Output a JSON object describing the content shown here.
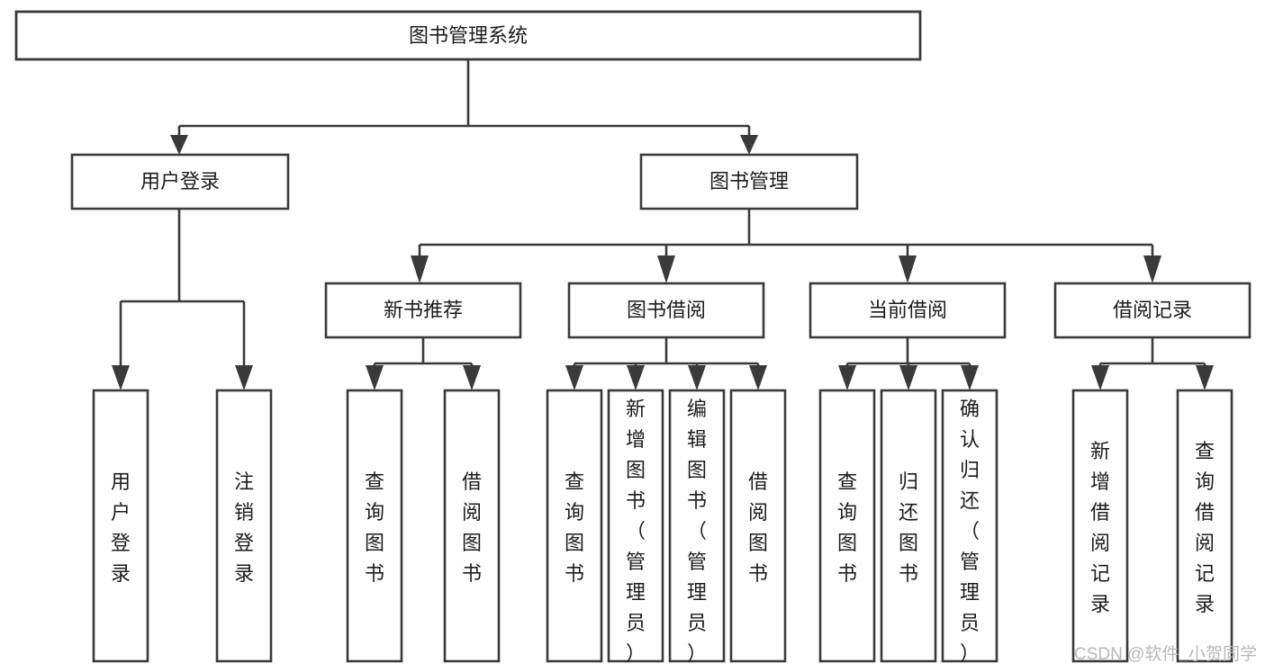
{
  "diagram": {
    "title": "图书管理系统",
    "type": "hierarchy-tree",
    "watermark": "CSDN @软件_小贺同学",
    "colors": {
      "stroke": "#3a3a3a",
      "box_fill": "#ffffff",
      "text": "#1c1c1c",
      "background": "#ffffff",
      "watermark": "#b8b8b8"
    },
    "nodes": {
      "root": {
        "label": "图书管理系统",
        "level": 0,
        "orientation": "horizontal"
      },
      "user_login": {
        "label": "用户登录",
        "level": 1,
        "orientation": "horizontal"
      },
      "book_manage": {
        "label": "图书管理",
        "level": 1,
        "orientation": "horizontal"
      },
      "new_book_rec": {
        "label": "新书推荐",
        "level": 2,
        "orientation": "horizontal"
      },
      "book_borrow": {
        "label": "图书借阅",
        "level": 2,
        "orientation": "horizontal"
      },
      "current_borrow": {
        "label": "当前借阅",
        "level": 2,
        "orientation": "horizontal"
      },
      "borrow_record": {
        "label": "借阅记录",
        "level": 2,
        "orientation": "horizontal"
      },
      "leaf_user_login": {
        "label": "用户登录",
        "level": 3,
        "orientation": "vertical"
      },
      "leaf_logout": {
        "label": "注销登录",
        "level": 3,
        "orientation": "vertical"
      },
      "leaf_query_book_1": {
        "label": "查询图书",
        "level": 3,
        "orientation": "vertical"
      },
      "leaf_borrow_book_1": {
        "label": "借阅图书",
        "level": 3,
        "orientation": "vertical"
      },
      "leaf_query_book_2": {
        "label": "查询图书",
        "level": 3,
        "orientation": "vertical"
      },
      "leaf_add_book": {
        "label": "新增图书（管理员）",
        "level": 3,
        "orientation": "vertical"
      },
      "leaf_edit_book": {
        "label": "编辑图书（管理员）",
        "level": 3,
        "orientation": "vertical"
      },
      "leaf_borrow_book_2": {
        "label": "借阅图书",
        "level": 3,
        "orientation": "vertical"
      },
      "leaf_query_book_3": {
        "label": "查询图书",
        "level": 3,
        "orientation": "vertical"
      },
      "leaf_return_book": {
        "label": "归还图书",
        "level": 3,
        "orientation": "vertical"
      },
      "leaf_confirm_return": {
        "label": "确认归还（管理员）",
        "level": 3,
        "orientation": "vertical"
      },
      "leaf_add_record": {
        "label": "新增借阅记录",
        "level": 3,
        "orientation": "vertical"
      },
      "leaf_query_record": {
        "label": "查询借阅记录",
        "level": 3,
        "orientation": "vertical"
      }
    },
    "edges": [
      {
        "from": "root",
        "to": "user_login"
      },
      {
        "from": "root",
        "to": "book_manage"
      },
      {
        "from": "book_manage",
        "to": "new_book_rec"
      },
      {
        "from": "book_manage",
        "to": "book_borrow"
      },
      {
        "from": "book_manage",
        "to": "current_borrow"
      },
      {
        "from": "book_manage",
        "to": "borrow_record"
      },
      {
        "from": "user_login",
        "to": "leaf_user_login"
      },
      {
        "from": "user_login",
        "to": "leaf_logout"
      },
      {
        "from": "new_book_rec",
        "to": "leaf_query_book_1"
      },
      {
        "from": "new_book_rec",
        "to": "leaf_borrow_book_1"
      },
      {
        "from": "book_borrow",
        "to": "leaf_query_book_2"
      },
      {
        "from": "book_borrow",
        "to": "leaf_add_book"
      },
      {
        "from": "book_borrow",
        "to": "leaf_edit_book"
      },
      {
        "from": "book_borrow",
        "to": "leaf_borrow_book_2"
      },
      {
        "from": "current_borrow",
        "to": "leaf_query_book_3"
      },
      {
        "from": "current_borrow",
        "to": "leaf_return_book"
      },
      {
        "from": "current_borrow",
        "to": "leaf_confirm_return"
      },
      {
        "from": "borrow_record",
        "to": "leaf_add_record"
      },
      {
        "from": "borrow_record",
        "to": "leaf_query_record"
      }
    ]
  }
}
